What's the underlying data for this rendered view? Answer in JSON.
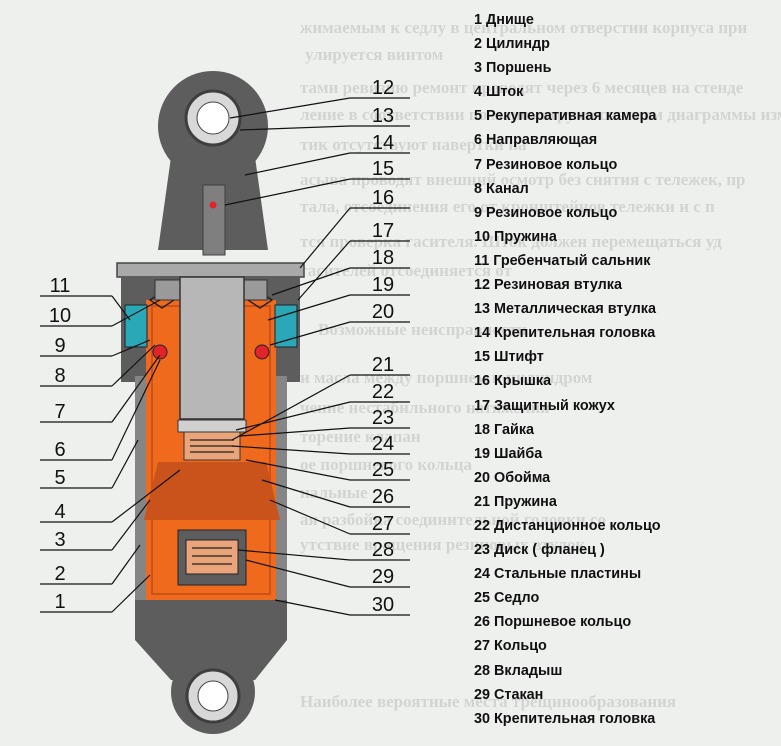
{
  "background_lines": [
    "жимаемым к седлу в центральном отверстии корпуса при",
    "улируется винтом",
    "тами ревизию ремонт проводят через 6 месяцев на стенде",
    "ление в соответствии по манометру со снятием диаграммы изм",
    "тик отсутствуют навертки на",
    "асыва проводят внешний осмотр без снятия с тележек, пр",
    "тала, отсоединения его от кронштейнов тележки и с п",
    "тся проверка гасителя. Шток должен перемещаться уд",
    "гасителей отсоединяется от",
    "Возможные неисправности",
    "и масла между поршнем и цилиндром",
    "чение нестабильного натяжения",
    "торение клапан",
    "ое поршневого кольца",
    "нальные",
    "ая разбойка соединительной головки со",
    "утствие вращения резиновых втулок",
    "Наиболее вероятные места трещинообразования"
  ],
  "callouts": [
    "1",
    "2",
    "3",
    "4",
    "5",
    "6",
    "7",
    "8",
    "9",
    "10",
    "11",
    "12",
    "13",
    "14",
    "15",
    "16",
    "17",
    "18",
    "19",
    "20",
    "21",
    "22",
    "23",
    "24",
    "25",
    "26",
    "27",
    "28",
    "29",
    "30"
  ],
  "legend": [
    "1 Днище",
    "2 Цилиндр",
    "3 Поршень",
    "4 Шток",
    "5 Рекуперативная камера",
    "6 Направляющая",
    "7 Резиновое кольцо",
    "8 Канал",
    "9 Резиновое кольцо",
    "10 Пружина",
    "11 Гребенчатый сальник",
    "12 Резиновая втулка",
    "13 Металлическая втулка",
    "14 Крепительная головка",
    "15 Штифт",
    "16 Крышка",
    "17 Защитный кожух",
    "18 Гайка",
    "19 Шайба",
    "20 Обойма",
    "21 Пружина",
    "22 Дистанционное кольцо",
    "23 Диск ( фланец )",
    "24 Стальные пластины",
    "25 Седло",
    "26 Поршневое кольцо",
    "27 Кольцо",
    "28 Вкладыш",
    "29 Стакан",
    "30 Крепительная головка"
  ],
  "colors": {
    "body": "#5d5d5d",
    "body_light": "#858585",
    "oil": "#f06a1e",
    "oil_dark": "#c9531a",
    "seal": "#2aa8b8",
    "cap": "#a9a9a9",
    "pin": "#e0242a"
  }
}
